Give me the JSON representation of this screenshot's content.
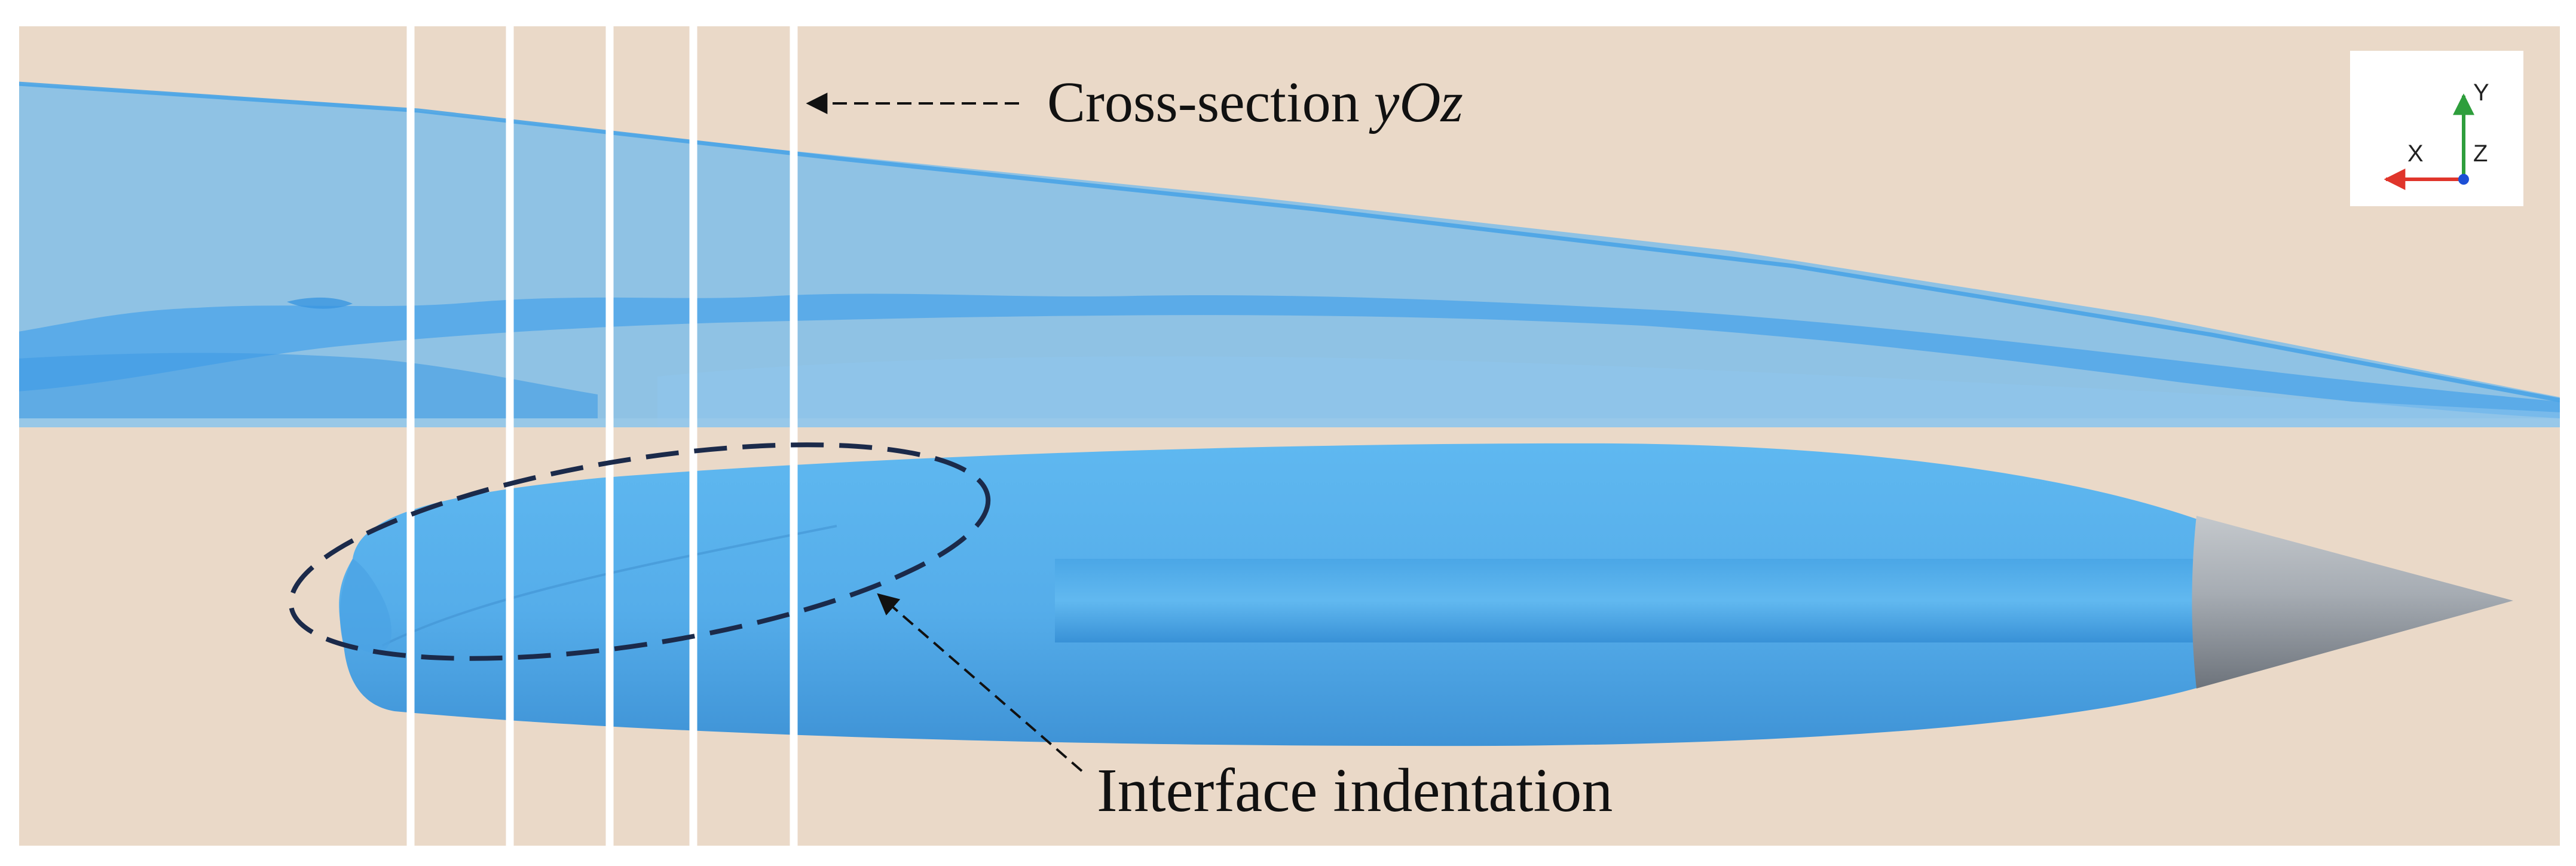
{
  "annotations": {
    "cross_section": {
      "prefix": "Cross-section ",
      "italic": "yOz"
    },
    "interface": {
      "text": "Interface indentation"
    }
  },
  "axes_triad": {
    "x_label": "X",
    "y_label": "Y",
    "z_label": "Z"
  },
  "colors": {
    "background": "#ead9c8",
    "free_surface": "#5aaeee",
    "body": "#57b1ec",
    "nose_cone": "#9aa0a8",
    "ellipse": "#1b2a4a",
    "section_lines": "#ffffff",
    "x_axis": "#e0352b",
    "y_axis": "#2e9e3c",
    "z_axis": "#1d4fd6"
  },
  "section_plane_count": 5
}
